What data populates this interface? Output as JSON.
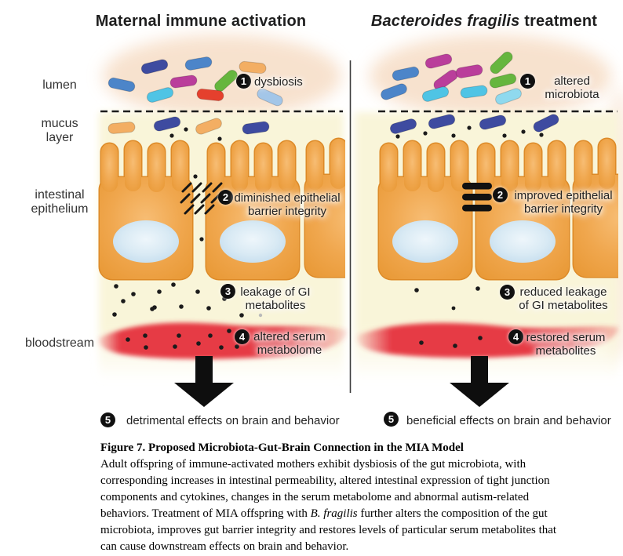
{
  "panels": {
    "left": {
      "title": "Maternal immune activation",
      "steps": [
        {
          "num": "1",
          "label": "dysbiosis"
        },
        {
          "num": "2",
          "label": "diminished epithelial\nbarrier integrity"
        },
        {
          "num": "3",
          "label": "leakage of GI\nmetabolites"
        },
        {
          "num": "4",
          "label": "altered serum\nmetabolome"
        },
        {
          "num": "5",
          "label": "detrimental effects on brain and behavior"
        }
      ]
    },
    "right": {
      "title_italic": "Bacteroides fragilis",
      "title_rest": " treatment",
      "steps": [
        {
          "num": "1",
          "label": "altered\nmicrobiota"
        },
        {
          "num": "2",
          "label": "improved epithelial\nbarrier integrity"
        },
        {
          "num": "3",
          "label": "reduced leakage\nof GI metabolites"
        },
        {
          "num": "4",
          "label": "restored serum\nmetabolites"
        },
        {
          "num": "5",
          "label": "beneficial effects on brain and behavior"
        }
      ]
    }
  },
  "layer_labels": {
    "lumen": "lumen",
    "mucus": "mucus\nlayer",
    "epithelium": "intestinal\nepithelium",
    "bloodstream": "bloodstream"
  },
  "caption": {
    "heading": "Figure 7. Proposed Microbiota-Gut-Brain Connection in the MIA Model",
    "body_before": "Adult offspring of immune-activated mothers exhibit dysbiosis of the gut microbiota, with corresponding increases in intestinal permeability, altered intestinal expression of tight junction components and cytokines, changes in the serum metabolome and abnormal autism-related behaviors. Treatment of MIA offspring with ",
    "body_italic": "B. fragilis",
    "body_after": " further alters the composition of the gut microbiota, improves gut barrier integrity and restores levels of particular serum metabolites that can cause downstream effects on brain and behavior."
  },
  "palette": {
    "bacteria_navy": "#3e4ba0",
    "bacteria_blue": "#4c85c9",
    "bacteria_light_blue": "#a3c6e8",
    "bacteria_cyan": "#4fc4e5",
    "bacteria_light_cyan": "#8fd9ee",
    "bacteria_orange": "#f3ae63",
    "bacteria_magenta": "#ba3e9b",
    "bacteria_green": "#66b63e",
    "bacteria_red": "#e5402d",
    "cell_orange": "#f0a74e",
    "cell_outline": "#dd8a28",
    "nucleus_blue": "#d9eaf4",
    "mucus_yellow": "#f9f5d9",
    "lumen_peach": "#f7dfc9",
    "blood_red": "#e63a45",
    "ink_black": "#101010"
  }
}
